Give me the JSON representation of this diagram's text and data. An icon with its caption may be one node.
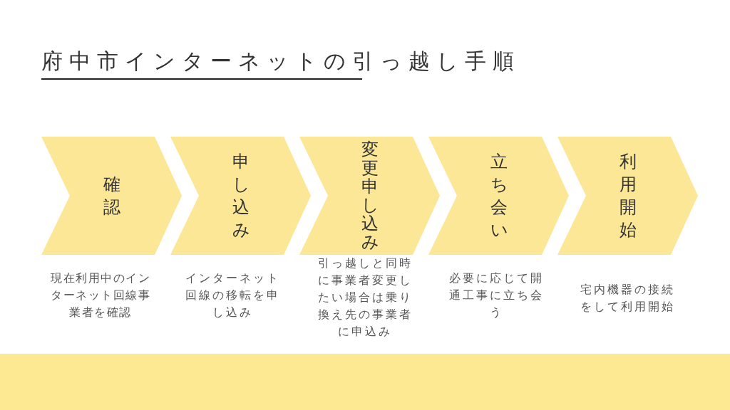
{
  "diagram": {
    "title": "府中市インターネットの引っ越し手順",
    "nodes": [
      {
        "text": [
          "確認"
        ],
        "beside": [
          "現在利用中のインターネット回線事業者を確認"
        ]
      },
      {
        "text": [
          "申し込み"
        ],
        "beside": [
          "インターネット回線の移転を申し込み"
        ]
      },
      {
        "text": [
          "変更申し込み"
        ],
        "beside": [
          "引っ越しと同時に事業者変更したい場合は乗り換え先の事業者に申込み"
        ]
      },
      {
        "text": [
          "立ち会い"
        ],
        "beside": [
          "必要に応じて開通工事に立ち会う"
        ]
      },
      {
        "text": [
          "利用開始"
        ],
        "beside": [
          "宅内機器の接続をして利用開始"
        ]
      }
    ]
  }
}
